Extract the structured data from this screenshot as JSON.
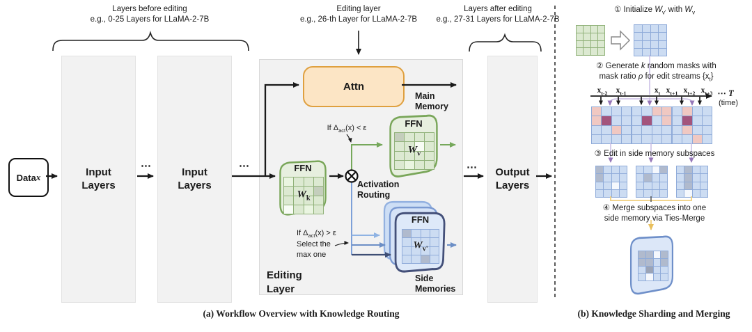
{
  "colors": {
    "attn_fill": "#fce5c5",
    "attn_border": "#dfa03f",
    "green_fill": "#e7efdf",
    "green_border": "#79a659",
    "blue_fill": "#dee9f9",
    "blue_border": "#6e8fc9",
    "blue_dark_border": "#445079",
    "layer_box_gray": "#f2f2f2",
    "arrow_black": "#1a1a1a",
    "arrow_green": "#76a85b",
    "arrow_light_blue": "#8fb3e3",
    "arrow_mid_blue": "#6c8fc6",
    "arrow_dark_blue": "#3e4e74",
    "purple": "#9678b8",
    "lavender": "#c9bce4",
    "yellow": "#f0cf7e"
  },
  "panel_a": {
    "caption": "(a) Workflow Overview with Knowledge Routing",
    "ann_before_1": "Layers before editing",
    "ann_before_2": "e.g., 0-25 Layers for LLaMA-2-7B",
    "ann_edit_1": "Editing layer",
    "ann_edit_2": "e.g., 26-th Layer for LLaMA-2-7B",
    "ann_after_1": "Layers after editing",
    "ann_after_2": "e.g., 27-31 Layers for LLaMA-2-7B",
    "data_box": "Data *x*",
    "input_layers_1": "Input Layers",
    "input_layers_2": "Input Layers",
    "output_layers": "Output Layers",
    "dots": "⋯",
    "attn": "Attn",
    "ffn": "FFN",
    "w_k": "*W*|k",
    "w_v": "*W*|v",
    "w_v_prime": "*W*|v'",
    "main_memory": "Main Memory",
    "activation_routing": "Activation Routing",
    "cond_less": "If Δ|act|(x) < ε",
    "cond_greater": "If Δ|act|(x) > ε",
    "select_1": "Select the",
    "select_2": "max one",
    "editing_layer": "Editing Layer",
    "side_memories": "Side Memories"
  },
  "panel_b": {
    "caption": "(b) Knowledge Sharding and Merging",
    "step1": "① Initialize *W*|v'| with *W*|v",
    "step2_1": "② Generate *k* random masks with",
    "step2_2": "mask ratio *ρ* for edit streams {x|t|}",
    "step3": "③ Edit in side memory subspaces",
    "step4_1": "④ Merge subspaces into one",
    "step4_2": "side memory via Ties-Merge",
    "timeline": {
      "labels": [
        "x|t-2",
        "x|t-1",
        "x|t",
        "x|t+1",
        "x|t+2",
        "x|t+3"
      ],
      "end": "⋯ *T*",
      "time": "(time)"
    }
  },
  "grids": {
    "palettes": {
      "green": {
        "g": "#dce9d1",
        "m": "#eaf5e1",
        "w": "#f8fcf5",
        "G": "#c4cebc",
        "_line": "#90b179"
      },
      "blue": {
        "b": "#ccdcf2",
        "G": "#b0bacd",
        "w": "#f5f8fd",
        "D": "#9ba4b6",
        "_line": "#8fabd9"
      },
      "mask": {
        "b": "#ccdcf2",
        "p": "#f0c8c2",
        "d": "#a3547c",
        "_line": "#8fabd9"
      }
    },
    "w_k": {
      "palette": "green",
      "cells": "mggggggGggggwgmg"
    },
    "w_v": {
      "palette": "green",
      "cells": "Ggggggwggggggmgg"
    },
    "w_v_prime": {
      "palette": "blue",
      "cells": "GbbbbbbbbbbbbbGb"
    },
    "init_green": {
      "palette": "green",
      "cells": "gggggggggggggggg"
    },
    "init_blue": {
      "palette": "blue",
      "cells": "bbbbbbbbbbbbbbbb"
    },
    "mask_1": {
      "palette": "mask",
      "cells": "pbbbpdbbbbpbbbbb"
    },
    "mask_2": {
      "palette": "mask",
      "cells": "bbppbdbpbbbbbbbb"
    },
    "mask_3": {
      "palette": "mask",
      "cells": "bpbbbdbbbpbbbbpb"
    },
    "edited_1": {
      "palette": "blue",
      "cells": "GbbbGbbbbbwbbbbb"
    },
    "edited_2": {
      "palette": "blue",
      "cells": "bbwGbGbbbbbbbbbb"
    },
    "edited_3": {
      "palette": "blue",
      "cells": "bGbbbGbbbGbbbwbb"
    },
    "merged": {
      "palette": "blue",
      "cells": "GGwGGGbGbDbbbwbb"
    }
  }
}
